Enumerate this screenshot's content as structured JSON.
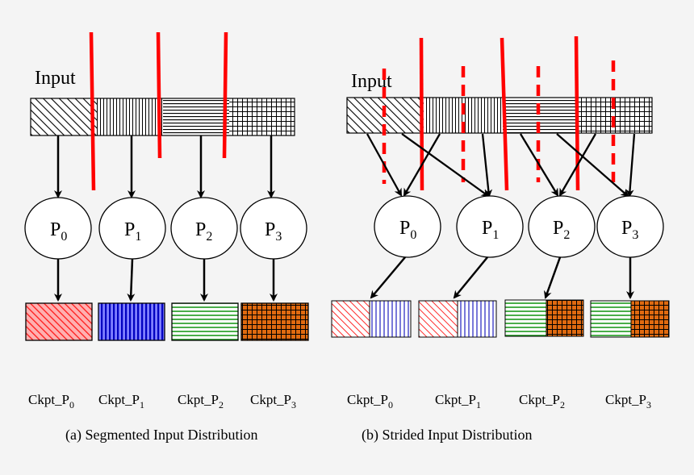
{
  "colors": {
    "partition_line": "#ff0000",
    "red": "#ff3030",
    "blue": "#1a1ad0",
    "green": "#2e9e2e",
    "orange": "#d86010",
    "background": "#f4f4f4"
  },
  "panel_a": {
    "input_label": "Input",
    "processes": [
      {
        "main": "P",
        "sub": "0"
      },
      {
        "main": "P",
        "sub": "1"
      },
      {
        "main": "P",
        "sub": "2"
      },
      {
        "main": "P",
        "sub": "3"
      }
    ],
    "checkpoints": [
      {
        "main": "Ckpt_P",
        "sub": "0"
      },
      {
        "main": "Ckpt_P",
        "sub": "1"
      },
      {
        "main": "Ckpt_P",
        "sub": "2"
      },
      {
        "main": "Ckpt_P",
        "sub": "3"
      }
    ],
    "caption": "(a) Segmented Input Distribution"
  },
  "panel_b": {
    "input_label": "Input",
    "processes": [
      {
        "main": "P",
        "sub": "0"
      },
      {
        "main": "P",
        "sub": "1"
      },
      {
        "main": "P",
        "sub": "2"
      },
      {
        "main": "P",
        "sub": "3"
      }
    ],
    "checkpoints": [
      {
        "main": "Ckpt_P",
        "sub": "0"
      },
      {
        "main": "Ckpt_P",
        "sub": "1"
      },
      {
        "main": "Ckpt_P",
        "sub": "2"
      },
      {
        "main": "Ckpt_P",
        "sub": "3"
      }
    ],
    "caption": "(b) Strided Input Distribution"
  }
}
